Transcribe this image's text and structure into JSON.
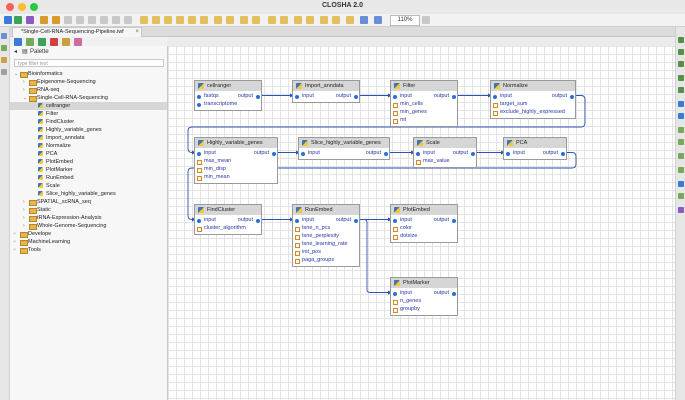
{
  "window": {
    "title": "CLOSHA 2.0"
  },
  "toolbar": {
    "zoom": "110%"
  },
  "editor_tab": {
    "label": "*Single-Cell-RNA-Sequencing-Pipeline.iwf"
  },
  "palette": {
    "title": "Palette",
    "filter_placeholder": "type filter text",
    "tree": [
      {
        "label": "Bioinformatics",
        "level": 0,
        "kind": "folder",
        "expanded": true
      },
      {
        "label": "Epigenome-Sequencing",
        "level": 1,
        "kind": "folder",
        "expanded": false
      },
      {
        "label": "RNA-seq",
        "level": 1,
        "kind": "folder",
        "expanded": false
      },
      {
        "label": "Single-Cell-RNA-Sequencing",
        "level": 1,
        "kind": "folder",
        "expanded": true
      },
      {
        "label": "cellranger",
        "level": 2,
        "kind": "program",
        "selected": true
      },
      {
        "label": "Filter",
        "level": 2,
        "kind": "program"
      },
      {
        "label": "FindCluster",
        "level": 2,
        "kind": "program"
      },
      {
        "label": "Highly_variable_genes",
        "level": 2,
        "kind": "program"
      },
      {
        "label": "Import_anndata",
        "level": 2,
        "kind": "program"
      },
      {
        "label": "Normalize",
        "level": 2,
        "kind": "program"
      },
      {
        "label": "PCA",
        "level": 2,
        "kind": "program"
      },
      {
        "label": "PlotEmbed",
        "level": 2,
        "kind": "program"
      },
      {
        "label": "PlotMarker",
        "level": 2,
        "kind": "program"
      },
      {
        "label": "RunEmbed",
        "level": 2,
        "kind": "program"
      },
      {
        "label": "Scale",
        "level": 2,
        "kind": "program"
      },
      {
        "label": "Slice_highly_variable_genes",
        "level": 2,
        "kind": "program"
      },
      {
        "label": "SPATIAL_scRNA_seq",
        "level": 1,
        "kind": "folder",
        "expanded": false
      },
      {
        "label": "Static",
        "level": 1,
        "kind": "folder",
        "expanded": false
      },
      {
        "label": "tRNA-Expression-Analysis",
        "level": 1,
        "kind": "folder",
        "expanded": false
      },
      {
        "label": "Whole-Genome-Sequencing",
        "level": 1,
        "kind": "folder",
        "expanded": false
      },
      {
        "label": "Develope",
        "level": 0,
        "kind": "folder",
        "expanded": false
      },
      {
        "label": "MachineLearning",
        "level": 0,
        "kind": "folder",
        "expanded": false
      },
      {
        "label": "Tools",
        "level": 0,
        "kind": "folder",
        "expanded": false
      }
    ]
  },
  "workflow": {
    "nodes": [
      {
        "id": "cellranger",
        "title": "cellranger",
        "inputs": [
          "fastqs",
          "transcriptome"
        ],
        "output": "output"
      },
      {
        "id": "import_anndata",
        "title": "Import_anndata",
        "inputs": [
          "input"
        ],
        "output": "output"
      },
      {
        "id": "filter",
        "title": "Filter",
        "inputs": [
          "input",
          "min_cells",
          "min_genes",
          "mt"
        ],
        "output": "output"
      },
      {
        "id": "normalize",
        "title": "Normalize",
        "inputs": [
          "input",
          "target_sum",
          "exclude_highly_expressed"
        ],
        "output": "output"
      },
      {
        "id": "hvg",
        "title": "Highly_variable_genes",
        "inputs": [
          "input",
          "max_mean",
          "min_disp",
          "min_mean"
        ],
        "output": "output"
      },
      {
        "id": "slice_hvg",
        "title": "Slice_highly_variable_genes",
        "inputs": [
          "input"
        ],
        "output": "output"
      },
      {
        "id": "scale",
        "title": "Scale",
        "inputs": [
          "input",
          "max_value"
        ],
        "output": "output"
      },
      {
        "id": "pca",
        "title": "PCA",
        "inputs": [
          "input"
        ],
        "output": "output"
      },
      {
        "id": "findcluster",
        "title": "FindCluster",
        "inputs": [
          "input",
          "cluster_algorithm"
        ],
        "output": "output"
      },
      {
        "id": "runembed",
        "title": "RunEmbed",
        "inputs": [
          "input",
          "tsne_n_pcs",
          "tsne_perplexity",
          "tsne_learning_rate",
          "init_pos",
          "paga_groups"
        ],
        "output": "output"
      },
      {
        "id": "plotembed",
        "title": "PlotEmbed",
        "inputs": [
          "input",
          "color",
          "dotsize"
        ],
        "output": "output"
      },
      {
        "id": "plotmarker",
        "title": "PlotMarker",
        "inputs": [
          "input",
          "n_genes",
          "groupby"
        ],
        "output": "output"
      }
    ],
    "links": [
      [
        "cellranger",
        "import_anndata"
      ],
      [
        "import_anndata",
        "filter"
      ],
      [
        "filter",
        "normalize"
      ],
      [
        "normalize",
        "hvg"
      ],
      [
        "hvg",
        "slice_hvg"
      ],
      [
        "slice_hvg",
        "scale"
      ],
      [
        "scale",
        "pca"
      ],
      [
        "pca",
        "findcluster"
      ],
      [
        "findcluster",
        "runembed"
      ],
      [
        "runembed",
        "plotembed"
      ],
      [
        "runembed",
        "plotmarker"
      ]
    ]
  },
  "colors": {
    "port_blue": "#2a6fd6",
    "label_blue": "#2636a8",
    "wire": "#2a52b8",
    "header_gray": "#d6d6d6"
  }
}
